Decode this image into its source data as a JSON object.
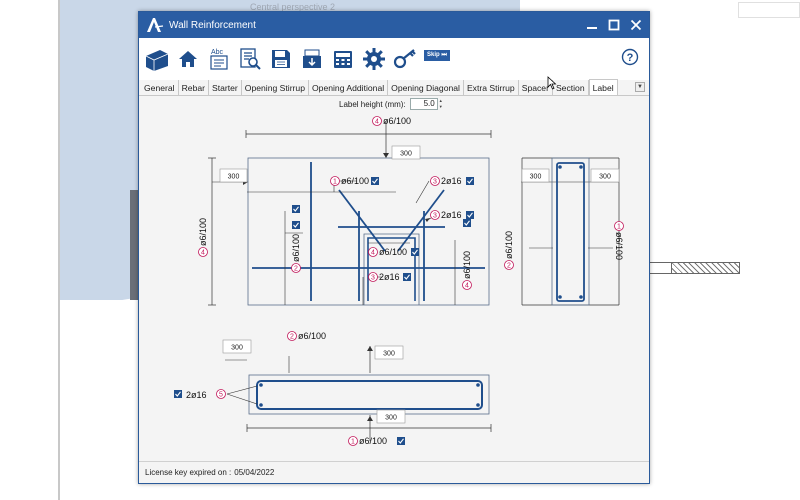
{
  "background": {
    "tab_title": "Central perspective 2"
  },
  "window": {
    "title": "Wall Reinforcement",
    "accent": "#2a5da3"
  },
  "toolbar": {
    "icons": [
      "3d-model-icon",
      "home-icon",
      "text-label-icon",
      "report-icon",
      "save-icon",
      "import-icon",
      "calculator-icon",
      "settings-icon",
      "key-icon"
    ],
    "text_label_icon_caption": "Abc",
    "skip_label": "Skip ⏭"
  },
  "tabs": [
    {
      "label": "General"
    },
    {
      "label": "Rebar"
    },
    {
      "label": "Starter"
    },
    {
      "label": "Opening Stirrup"
    },
    {
      "label": "Opening Additional"
    },
    {
      "label": "Opening Diagonal"
    },
    {
      "label": "Extra Stirrup"
    },
    {
      "label": "Spacer"
    },
    {
      "label": "Section"
    },
    {
      "label": "Label",
      "active": true
    }
  ],
  "label_height": {
    "label": "Label height (mm):",
    "value": "5.0"
  },
  "drawing": {
    "dims": {
      "top": "300",
      "left_elev": "300",
      "sec_left": "300",
      "sec_right": "300",
      "plan_left": "300",
      "plan_top": "300",
      "plan_bottom": "300"
    },
    "labels": {
      "top_main": {
        "num": "4",
        "text": "ø6/100"
      },
      "elev_l1": {
        "num": "1",
        "text": "ø6/100"
      },
      "elev_r1": {
        "num": "3",
        "text": "2ø16"
      },
      "elev_r2": {
        "num": "3",
        "text": "2ø16"
      },
      "elev_open_top": {
        "num": "4",
        "text": "ø6/100"
      },
      "elev_open_bot": {
        "num": "3",
        "text": "2ø16"
      },
      "elev_left_vert": {
        "num": "4",
        "text": "ø6/100"
      },
      "elev_vert2": {
        "num": "2",
        "text": "ø6/100"
      },
      "elev_vert_right": {
        "num": "4",
        "text": "ø6/100"
      },
      "sec_left_vert": {
        "num": "2",
        "text": "ø6/100"
      },
      "sec_right_vert": {
        "num": "1",
        "text": "ø6/100"
      },
      "plan_top": {
        "num": "2",
        "text": "ø6/100"
      },
      "plan_left": {
        "num": "5",
        "text": "2ø16"
      },
      "plan_bottom": {
        "num": "1",
        "text": "ø6/100"
      }
    }
  },
  "status": {
    "prefix": "License key expired on :",
    "date": "05/04/2022"
  }
}
